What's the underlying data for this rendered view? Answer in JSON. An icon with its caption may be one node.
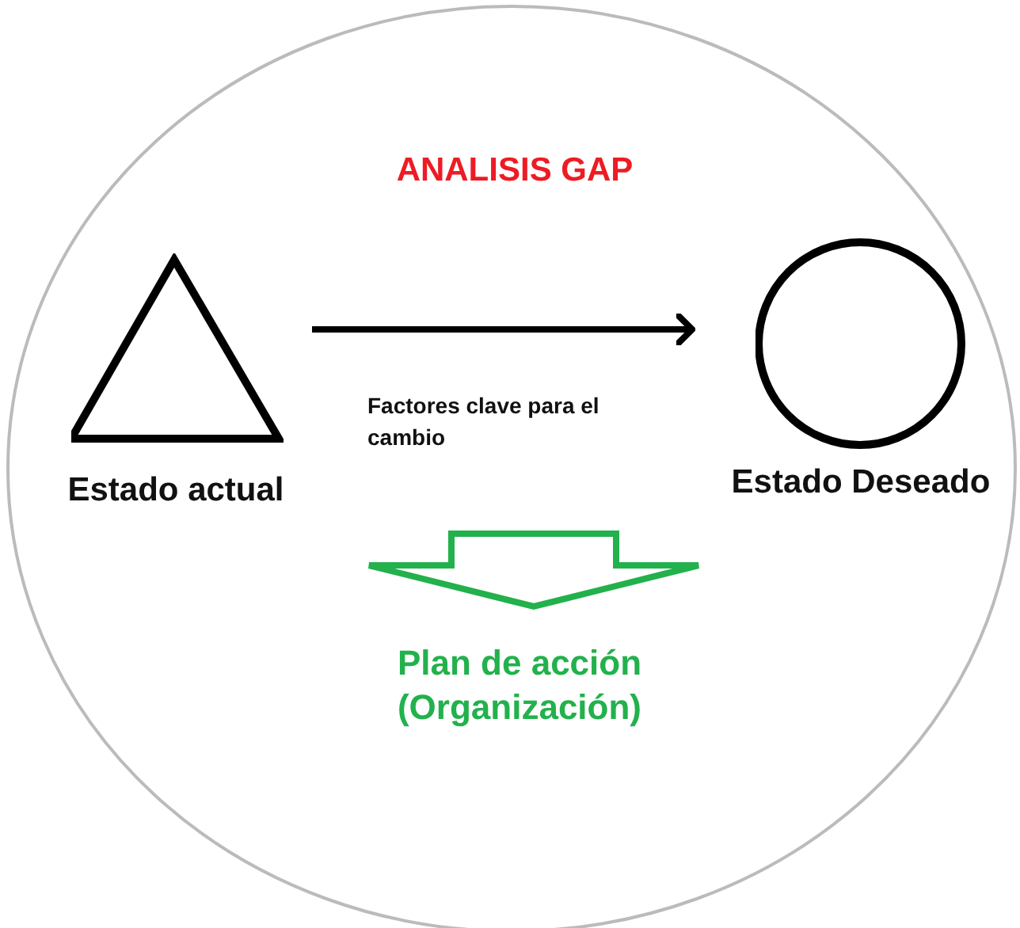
{
  "diagram": {
    "title": "ANALISIS GAP",
    "nodes": [
      {
        "text": [
          "Estado actual"
        ]
      },
      {
        "text": [
          "Estado Deseado"
        ]
      },
      {
        "text": [
          "Plan de acción (Organización)"
        ]
      }
    ],
    "edges": [
      {
        "from": 0,
        "to": 1,
        "arrow": "to",
        "label": "Factores clave para el cambio"
      },
      {
        "from": null,
        "to": 2,
        "arrow": "to",
        "color": "#22b14c"
      }
    ]
  }
}
